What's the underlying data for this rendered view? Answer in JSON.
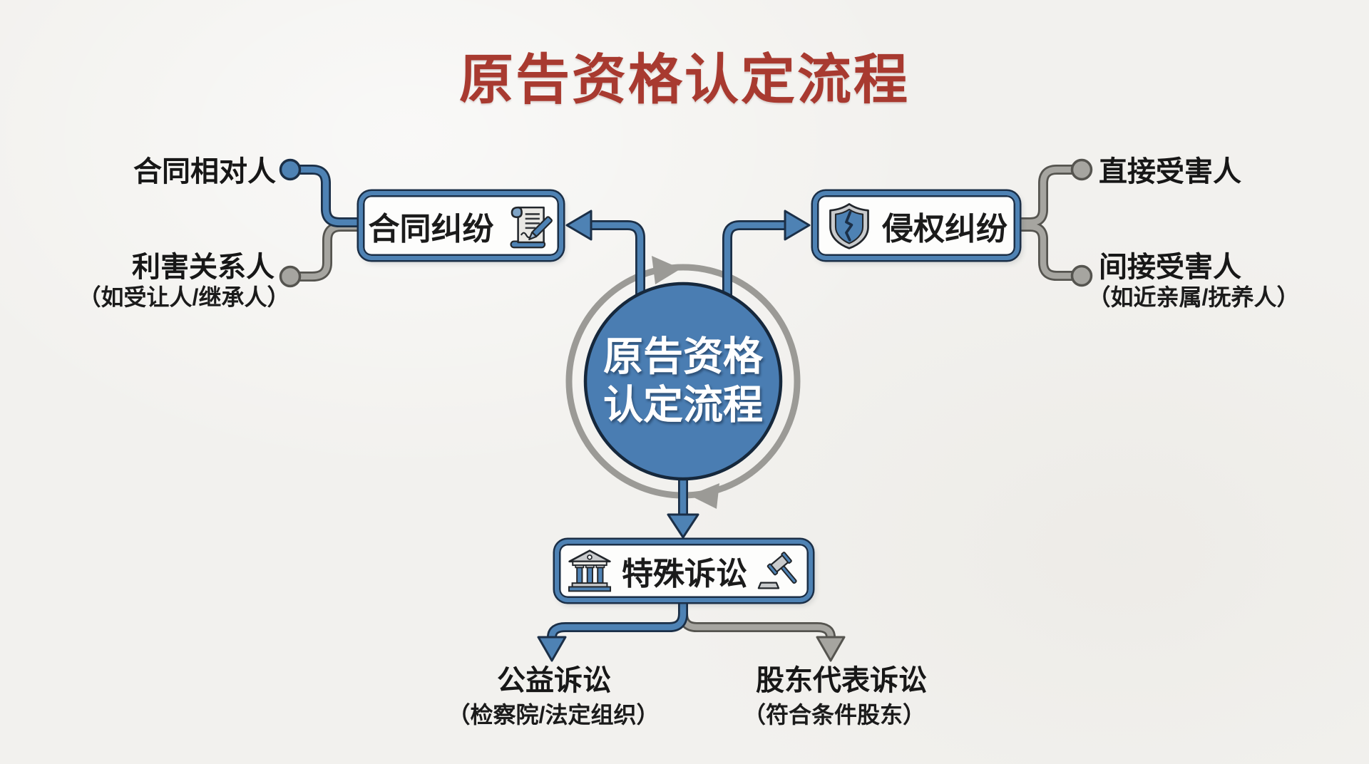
{
  "title": "原告资格认定流程",
  "center_node": {
    "line1": "原告资格",
    "line2": "认定流程"
  },
  "nodes": {
    "contract": {
      "label": "合同纠纷",
      "icon": "contract-scroll-icon"
    },
    "tort": {
      "label": "侵权纠纷",
      "icon": "broken-shield-icon"
    },
    "special": {
      "label": "特殊诉讼",
      "icons": [
        "courthouse-icon",
        "gavel-icon"
      ]
    }
  },
  "branches": {
    "contract_top": {
      "label": "合同相对人",
      "connector_color": "blue"
    },
    "contract_bottom": {
      "label": "利害关系人",
      "note": "（如受让人/继承人）",
      "connector_color": "gray"
    },
    "tort_top": {
      "label": "直接受害人",
      "connector_color": "gray"
    },
    "tort_bottom": {
      "label": "间接受害人",
      "note": "（如近亲属/抚养人）",
      "connector_color": "gray"
    },
    "special_left": {
      "label": "公益诉讼",
      "note": "（检察院/法定组织）",
      "connector_color": "blue"
    },
    "special_right": {
      "label": "股东代表诉讼",
      "note": "（符合条件股东）",
      "connector_color": "gray"
    }
  },
  "colors": {
    "background": "#F2F1EE",
    "title_red": "#A83A30",
    "accent_blue": "#4E82B4",
    "outline_dark": "#1B2F47",
    "line_gray": "#9B9A96",
    "text_black": "#1B1B1B"
  }
}
